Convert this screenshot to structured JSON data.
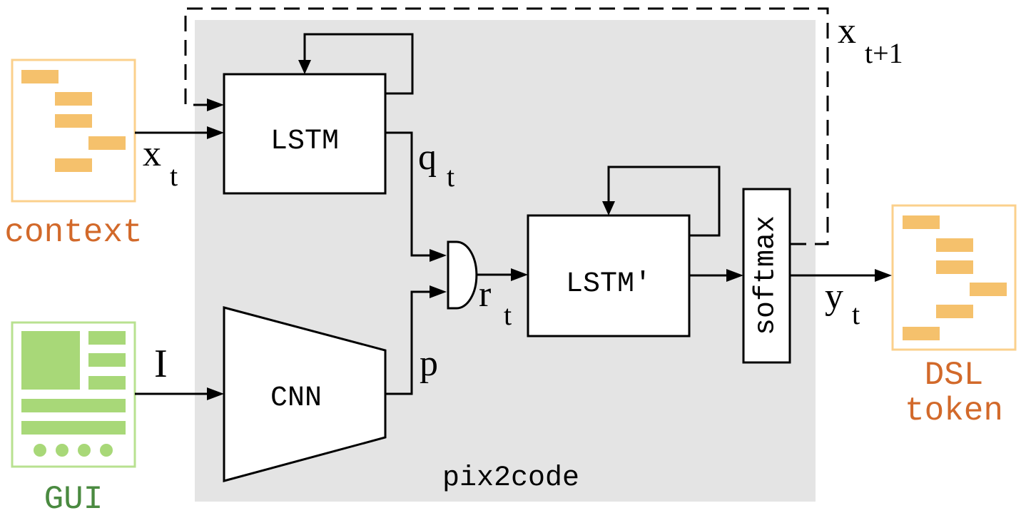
{
  "diagram": {
    "caption": "pix2code",
    "inputs": {
      "context_label": "context",
      "gui_label": "GUI"
    },
    "output": {
      "label_line1": "DSL",
      "label_line2": "token"
    },
    "blocks": {
      "lstm": "LSTM",
      "cnn": "CNN",
      "lstm_prime": "LSTM'",
      "softmax": "softmax"
    },
    "symbols": {
      "x_t_base": "x",
      "x_t_sub": "t",
      "x_t1_base": "x",
      "x_t1_sub": "t+1",
      "q_t_base": "q",
      "q_t_sub": "t",
      "r_t_base": "r",
      "r_t_sub": "t",
      "y_t_base": "y",
      "y_t_sub": "t",
      "image": "I",
      "p": "p"
    },
    "colors": {
      "context": "#f5c16c",
      "context_frame": "#fbd08c",
      "gui": "#a8d878",
      "gui_frame": "#b8e190",
      "context_text": "#d2692a",
      "gui_text": "#4a8a40",
      "panel": "#e4e4e4"
    }
  }
}
